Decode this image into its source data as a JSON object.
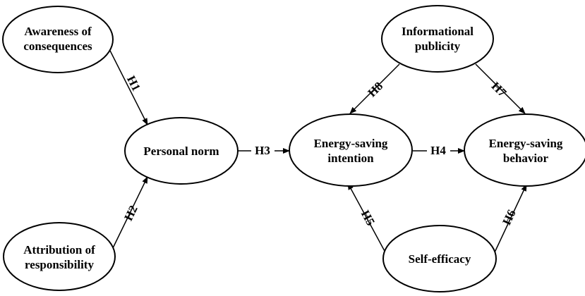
{
  "nodes": {
    "awareness": {
      "lines": [
        "Awareness of",
        "consequences"
      ]
    },
    "attribution": {
      "lines": [
        "Attribution of",
        "responsibility"
      ]
    },
    "personal_norm": {
      "lines": [
        "Personal norm"
      ]
    },
    "informational": {
      "lines": [
        "Informational",
        "publicity"
      ]
    },
    "intention": {
      "lines": [
        "Energy-saving",
        "intention"
      ]
    },
    "behavior": {
      "lines": [
        "Energy-saving",
        "behavior"
      ]
    },
    "self_efficacy": {
      "lines": [
        "Self-efficacy"
      ]
    }
  },
  "edges": {
    "h1": {
      "label": "H1",
      "from": "awareness",
      "to": "personal_norm"
    },
    "h2": {
      "label": "H2",
      "from": "attribution",
      "to": "personal_norm"
    },
    "h3": {
      "label": "H3",
      "from": "personal_norm",
      "to": "intention"
    },
    "h4": {
      "label": "H4",
      "from": "intention",
      "to": "behavior"
    },
    "h5": {
      "label": "H5",
      "from": "self_efficacy",
      "to": "intention"
    },
    "h6": {
      "label": "H6",
      "from": "self_efficacy",
      "to": "behavior"
    },
    "h7": {
      "label": "H7",
      "from": "informational",
      "to": "behavior"
    },
    "h8": {
      "label": "H8",
      "from": "informational",
      "to": "intention"
    }
  },
  "colors": {
    "stroke": "#000000",
    "fill": "#ffffff",
    "text": "#000000"
  }
}
